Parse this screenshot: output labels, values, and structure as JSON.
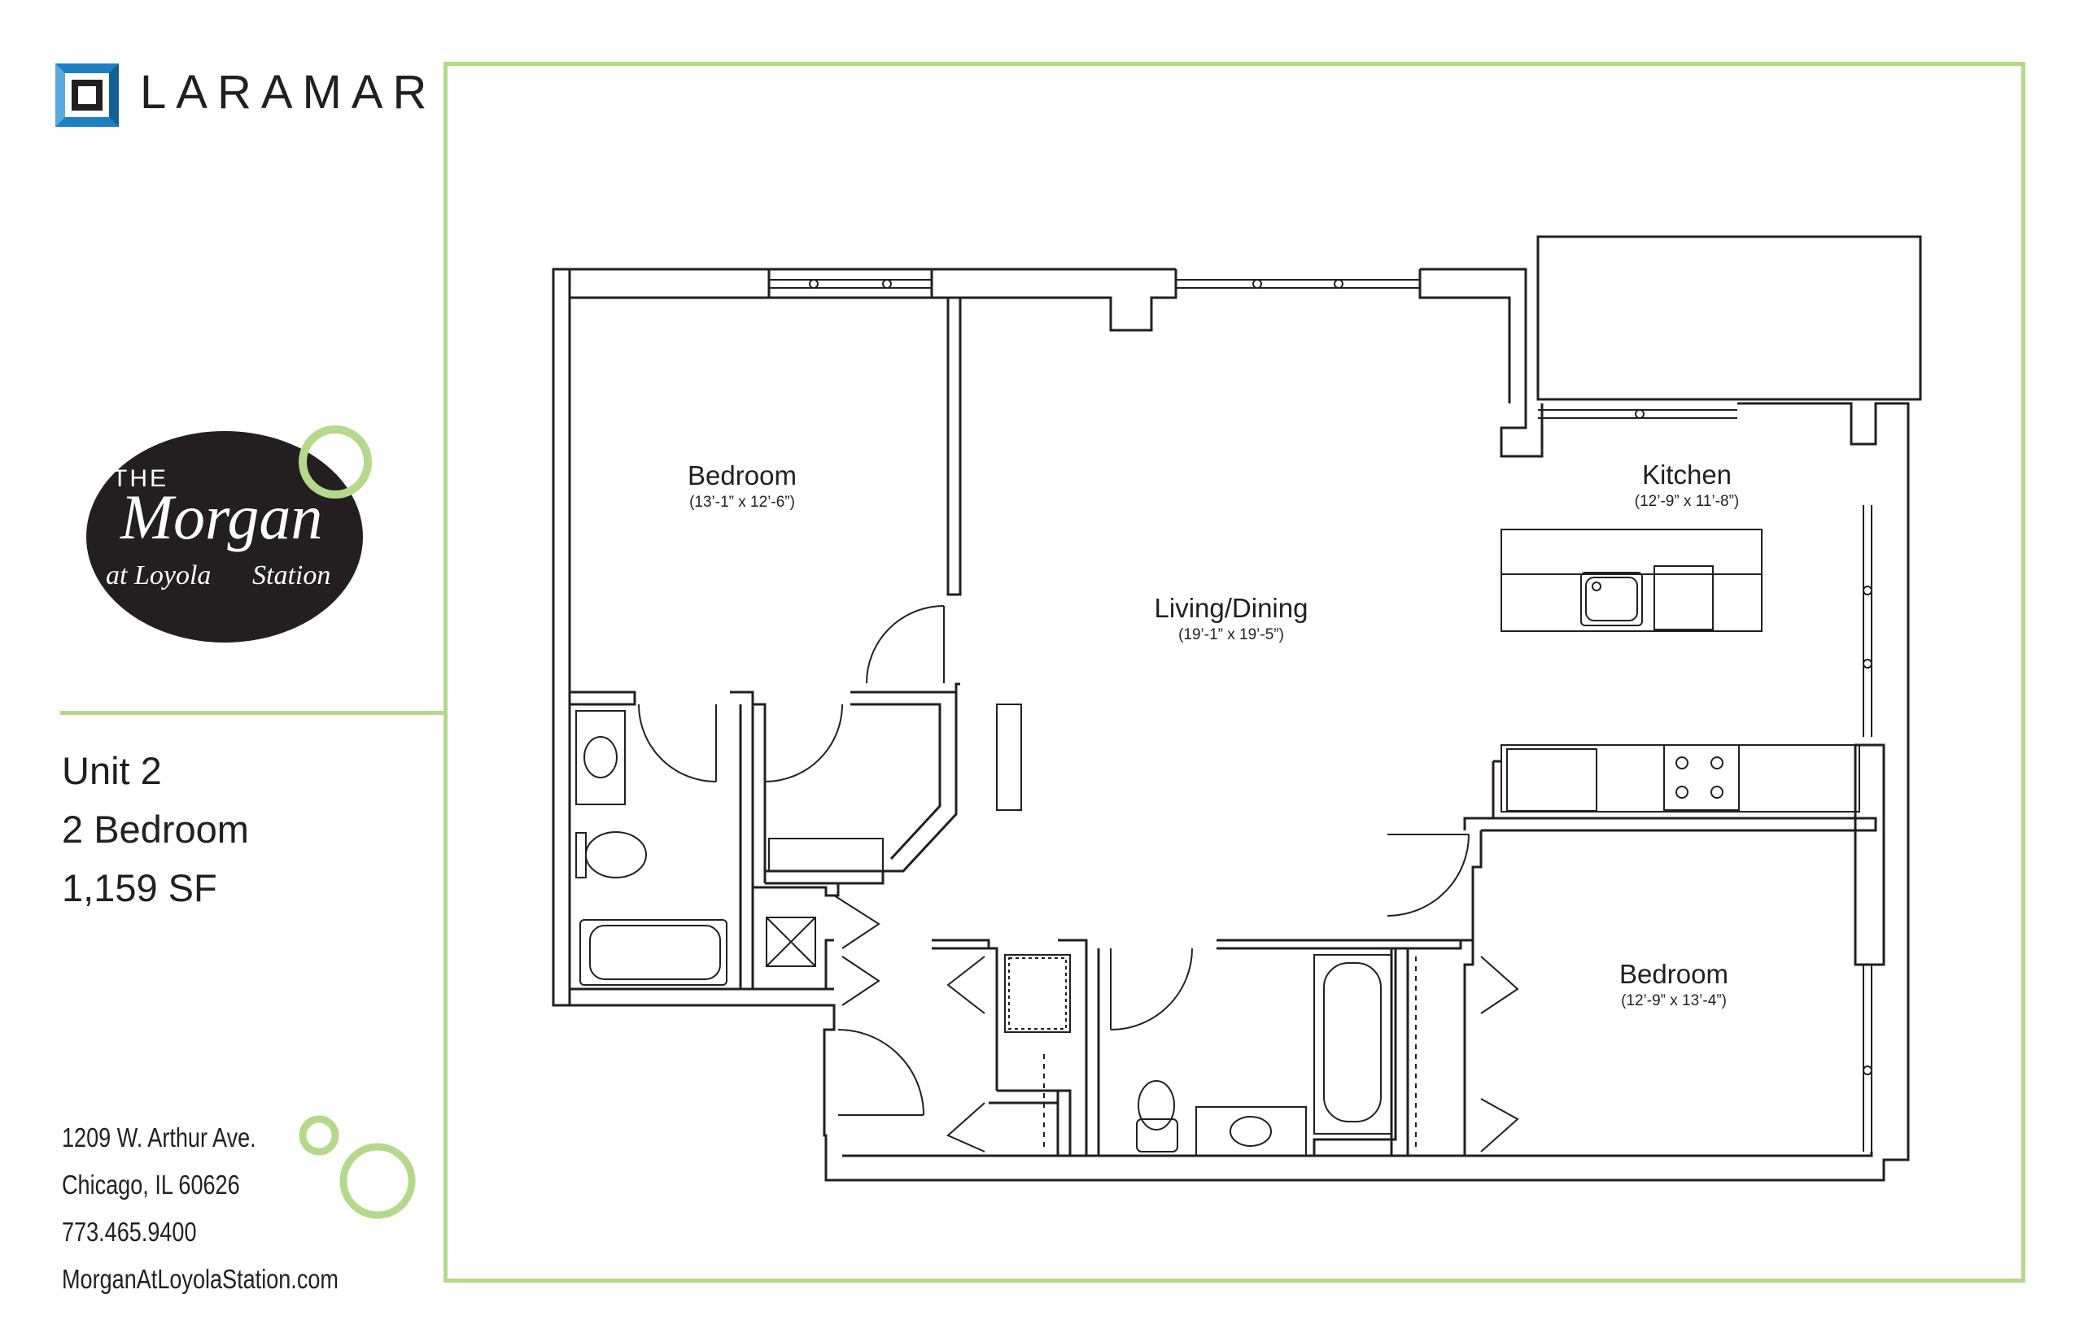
{
  "brand": {
    "name": "LARAMAR",
    "colors": {
      "blue": "#1f7fc4",
      "accent_green": "#b5d98a",
      "ink": "#231f20"
    }
  },
  "property_logo": {
    "line1": "THE",
    "line2": "Morgan",
    "line3": "at Loyola",
    "line4": "Station"
  },
  "unit": {
    "name": "Unit 2",
    "bedrooms": "2 Bedroom",
    "area": "1,159 SF"
  },
  "contact": {
    "address": "1209 W. Arthur Ave.",
    "city": "Chicago, IL 60626",
    "phone": "773.465.9400",
    "website": "MorganAtLoyolaStation.com"
  },
  "rooms": {
    "bedroom1": {
      "name": "Bedroom",
      "dims": "(13’-1” x 12’-6”)"
    },
    "living": {
      "name": "Living/Dining",
      "dims": "(19’-1” x 19’-5”)"
    },
    "kitchen": {
      "name": "Kitchen",
      "dims": "(12’-9” x 11’-8”)"
    },
    "bedroom2": {
      "name": "Bedroom",
      "dims": "(12’-9” x 13’-4”)"
    }
  }
}
